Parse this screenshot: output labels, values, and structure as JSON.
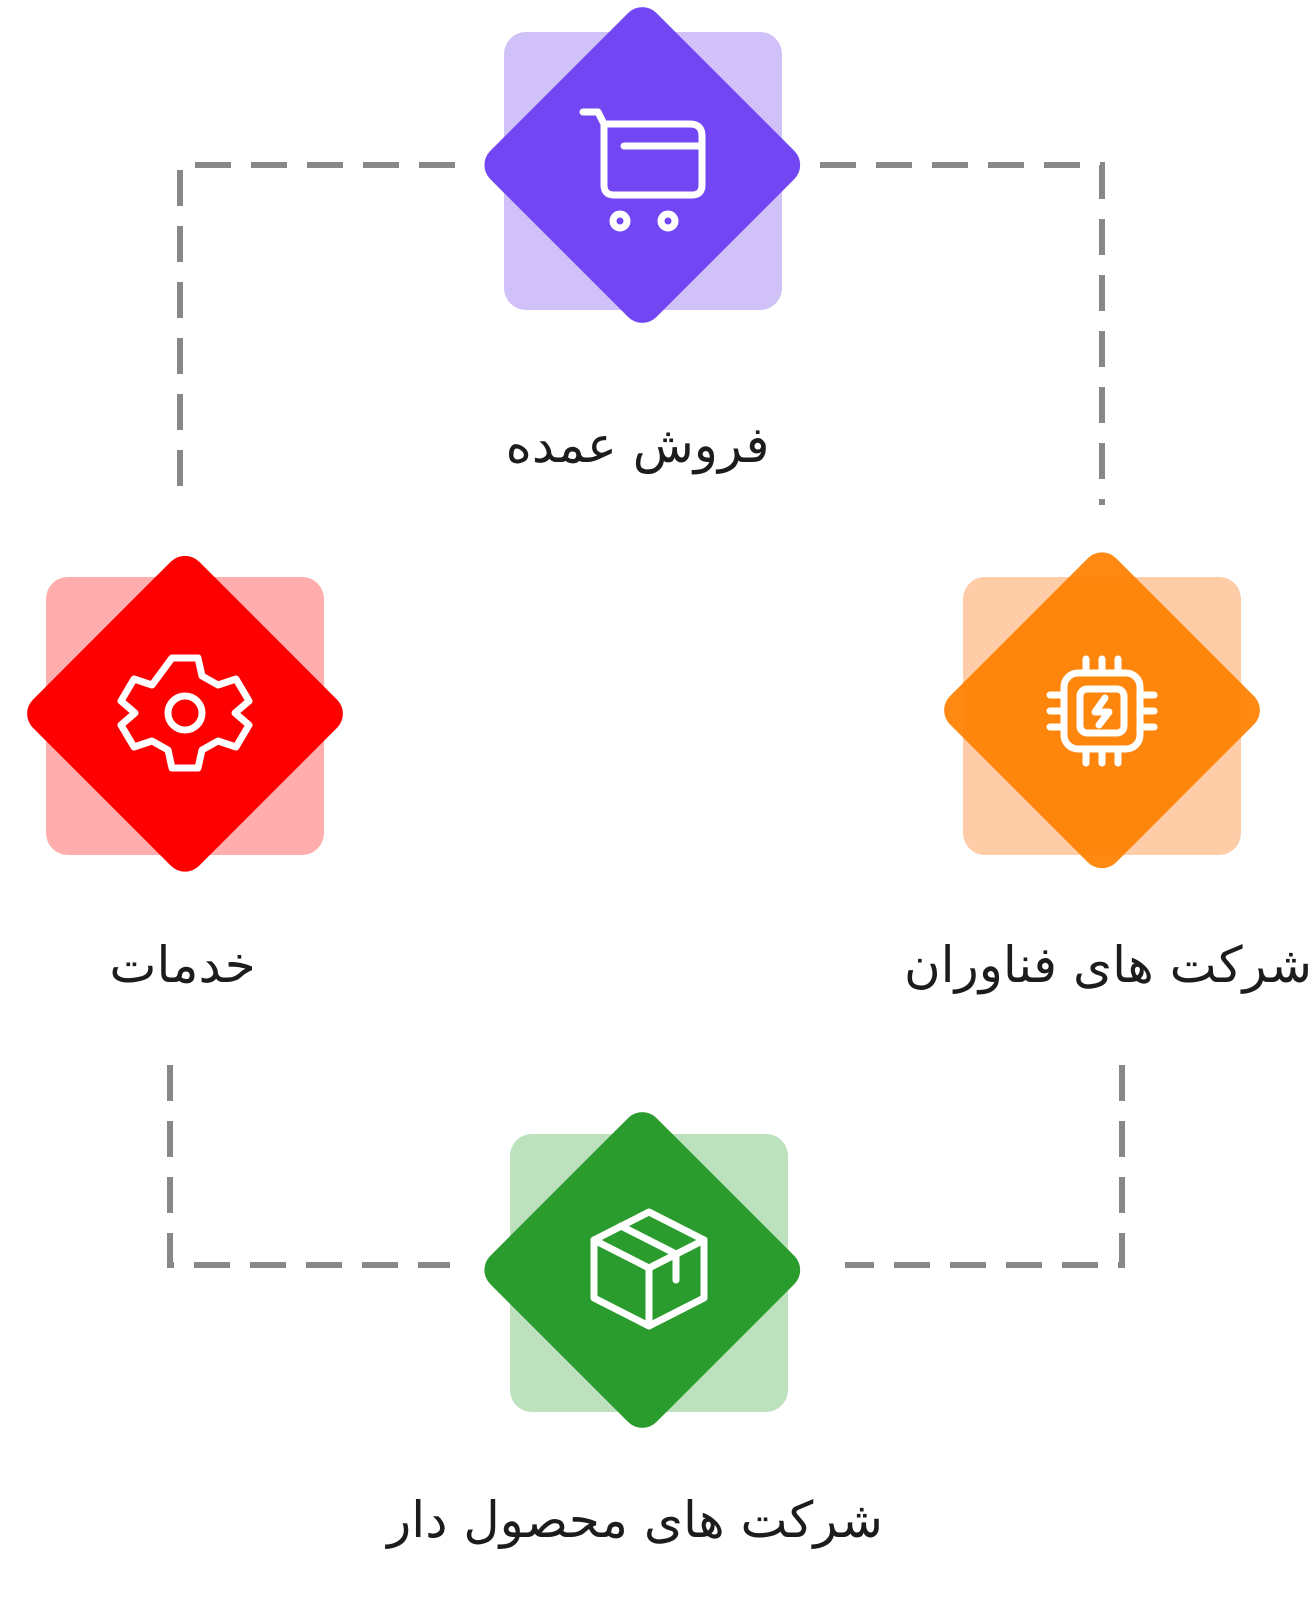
{
  "nodes": {
    "wholesale": {
      "label": "فروش عمده",
      "icon": "shopping-cart-icon",
      "color": "#7346F3",
      "tint": "#D0C2F8"
    },
    "services": {
      "label": "خدمات",
      "icon": "gear-icon",
      "color": "#FF0000",
      "tint": "#FFADAD"
    },
    "tech": {
      "label": "شرکت های فناوران",
      "icon": "cpu-chip-icon",
      "color": "#FF8000",
      "tint": "#FFCCA8"
    },
    "product": {
      "label": "شرکت های محصول دار",
      "icon": "package-box-icon",
      "color": "#2A9C2D",
      "tint": "#BBE1BD"
    }
  },
  "connector": {
    "color": "#888888",
    "style": "dashed"
  }
}
